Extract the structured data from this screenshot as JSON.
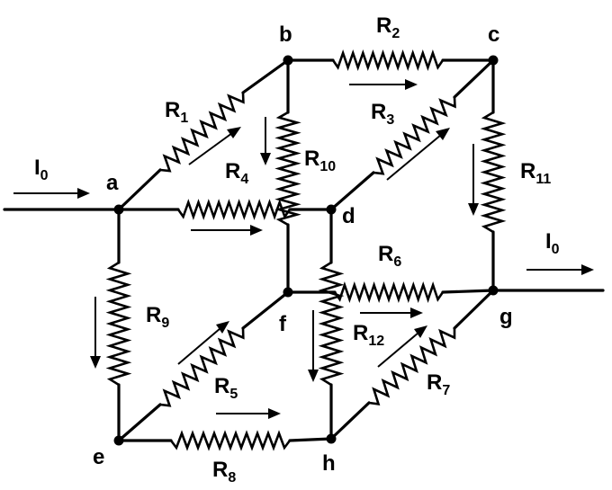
{
  "nodes": {
    "a": "a",
    "b": "b",
    "c": "c",
    "d": "d",
    "e": "e",
    "f": "f",
    "g": "g",
    "h": "h"
  },
  "resistors": {
    "R1": {
      "main": "R",
      "sub": "1"
    },
    "R2": {
      "main": "R",
      "sub": "2"
    },
    "R3": {
      "main": "R",
      "sub": "3"
    },
    "R4": {
      "main": "R",
      "sub": "4"
    },
    "R5": {
      "main": "R",
      "sub": "5"
    },
    "R6": {
      "main": "R",
      "sub": "6"
    },
    "R7": {
      "main": "R",
      "sub": "7"
    },
    "R8": {
      "main": "R",
      "sub": "8"
    },
    "R9": {
      "main": "R",
      "sub": "9"
    },
    "R10": {
      "main": "R",
      "sub": "10"
    },
    "R11": {
      "main": "R",
      "sub": "11"
    },
    "R12": {
      "main": "R",
      "sub": "12"
    }
  },
  "current_in": {
    "main": "I",
    "sub": "0"
  },
  "current_out": {
    "main": "I",
    "sub": "0"
  }
}
